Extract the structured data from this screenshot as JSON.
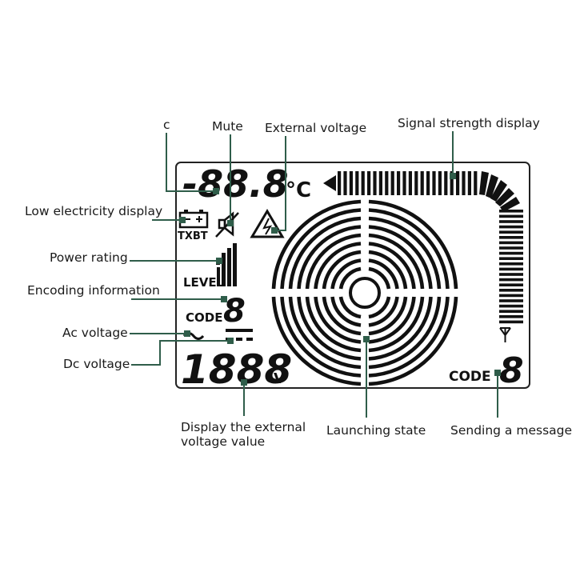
{
  "callouts": {
    "celsius": "c",
    "mute": "Mute",
    "external_voltage": "External voltage",
    "signal_strength": "Signal strength display",
    "low_electricity": "Low electricity display",
    "power_rating": "Power rating",
    "encoding_information": "Encoding information",
    "ac_voltage": "Ac voltage",
    "dc_voltage": "Dc voltage",
    "display_external_voltage_line1": "Display the external",
    "display_external_voltage_line2": "voltage value",
    "launching_state": "Launching state",
    "sending_message": "Sending a message"
  },
  "lcd": {
    "temperature_readout": "-88.8",
    "temperature_unit": "°C",
    "battery_label": "TXBT",
    "level_label": "LEVEL",
    "code_label_left": "CODE",
    "code_digit_left": "8",
    "voltage_readout": "1888",
    "voltage_unit": "V",
    "code_label_right": "CODE",
    "code_digit_right": "8"
  },
  "colors": {
    "leader_line": "#2f5d4a",
    "lcd_segments": "#111111",
    "background": "#ffffff"
  },
  "icons": [
    "battery-icon",
    "mute-speaker-icon",
    "high-voltage-warning-icon",
    "antenna-icon",
    "signal-arrow-icon",
    "ac-wave-icon",
    "dc-line-icon",
    "power-level-bars-icon"
  ]
}
